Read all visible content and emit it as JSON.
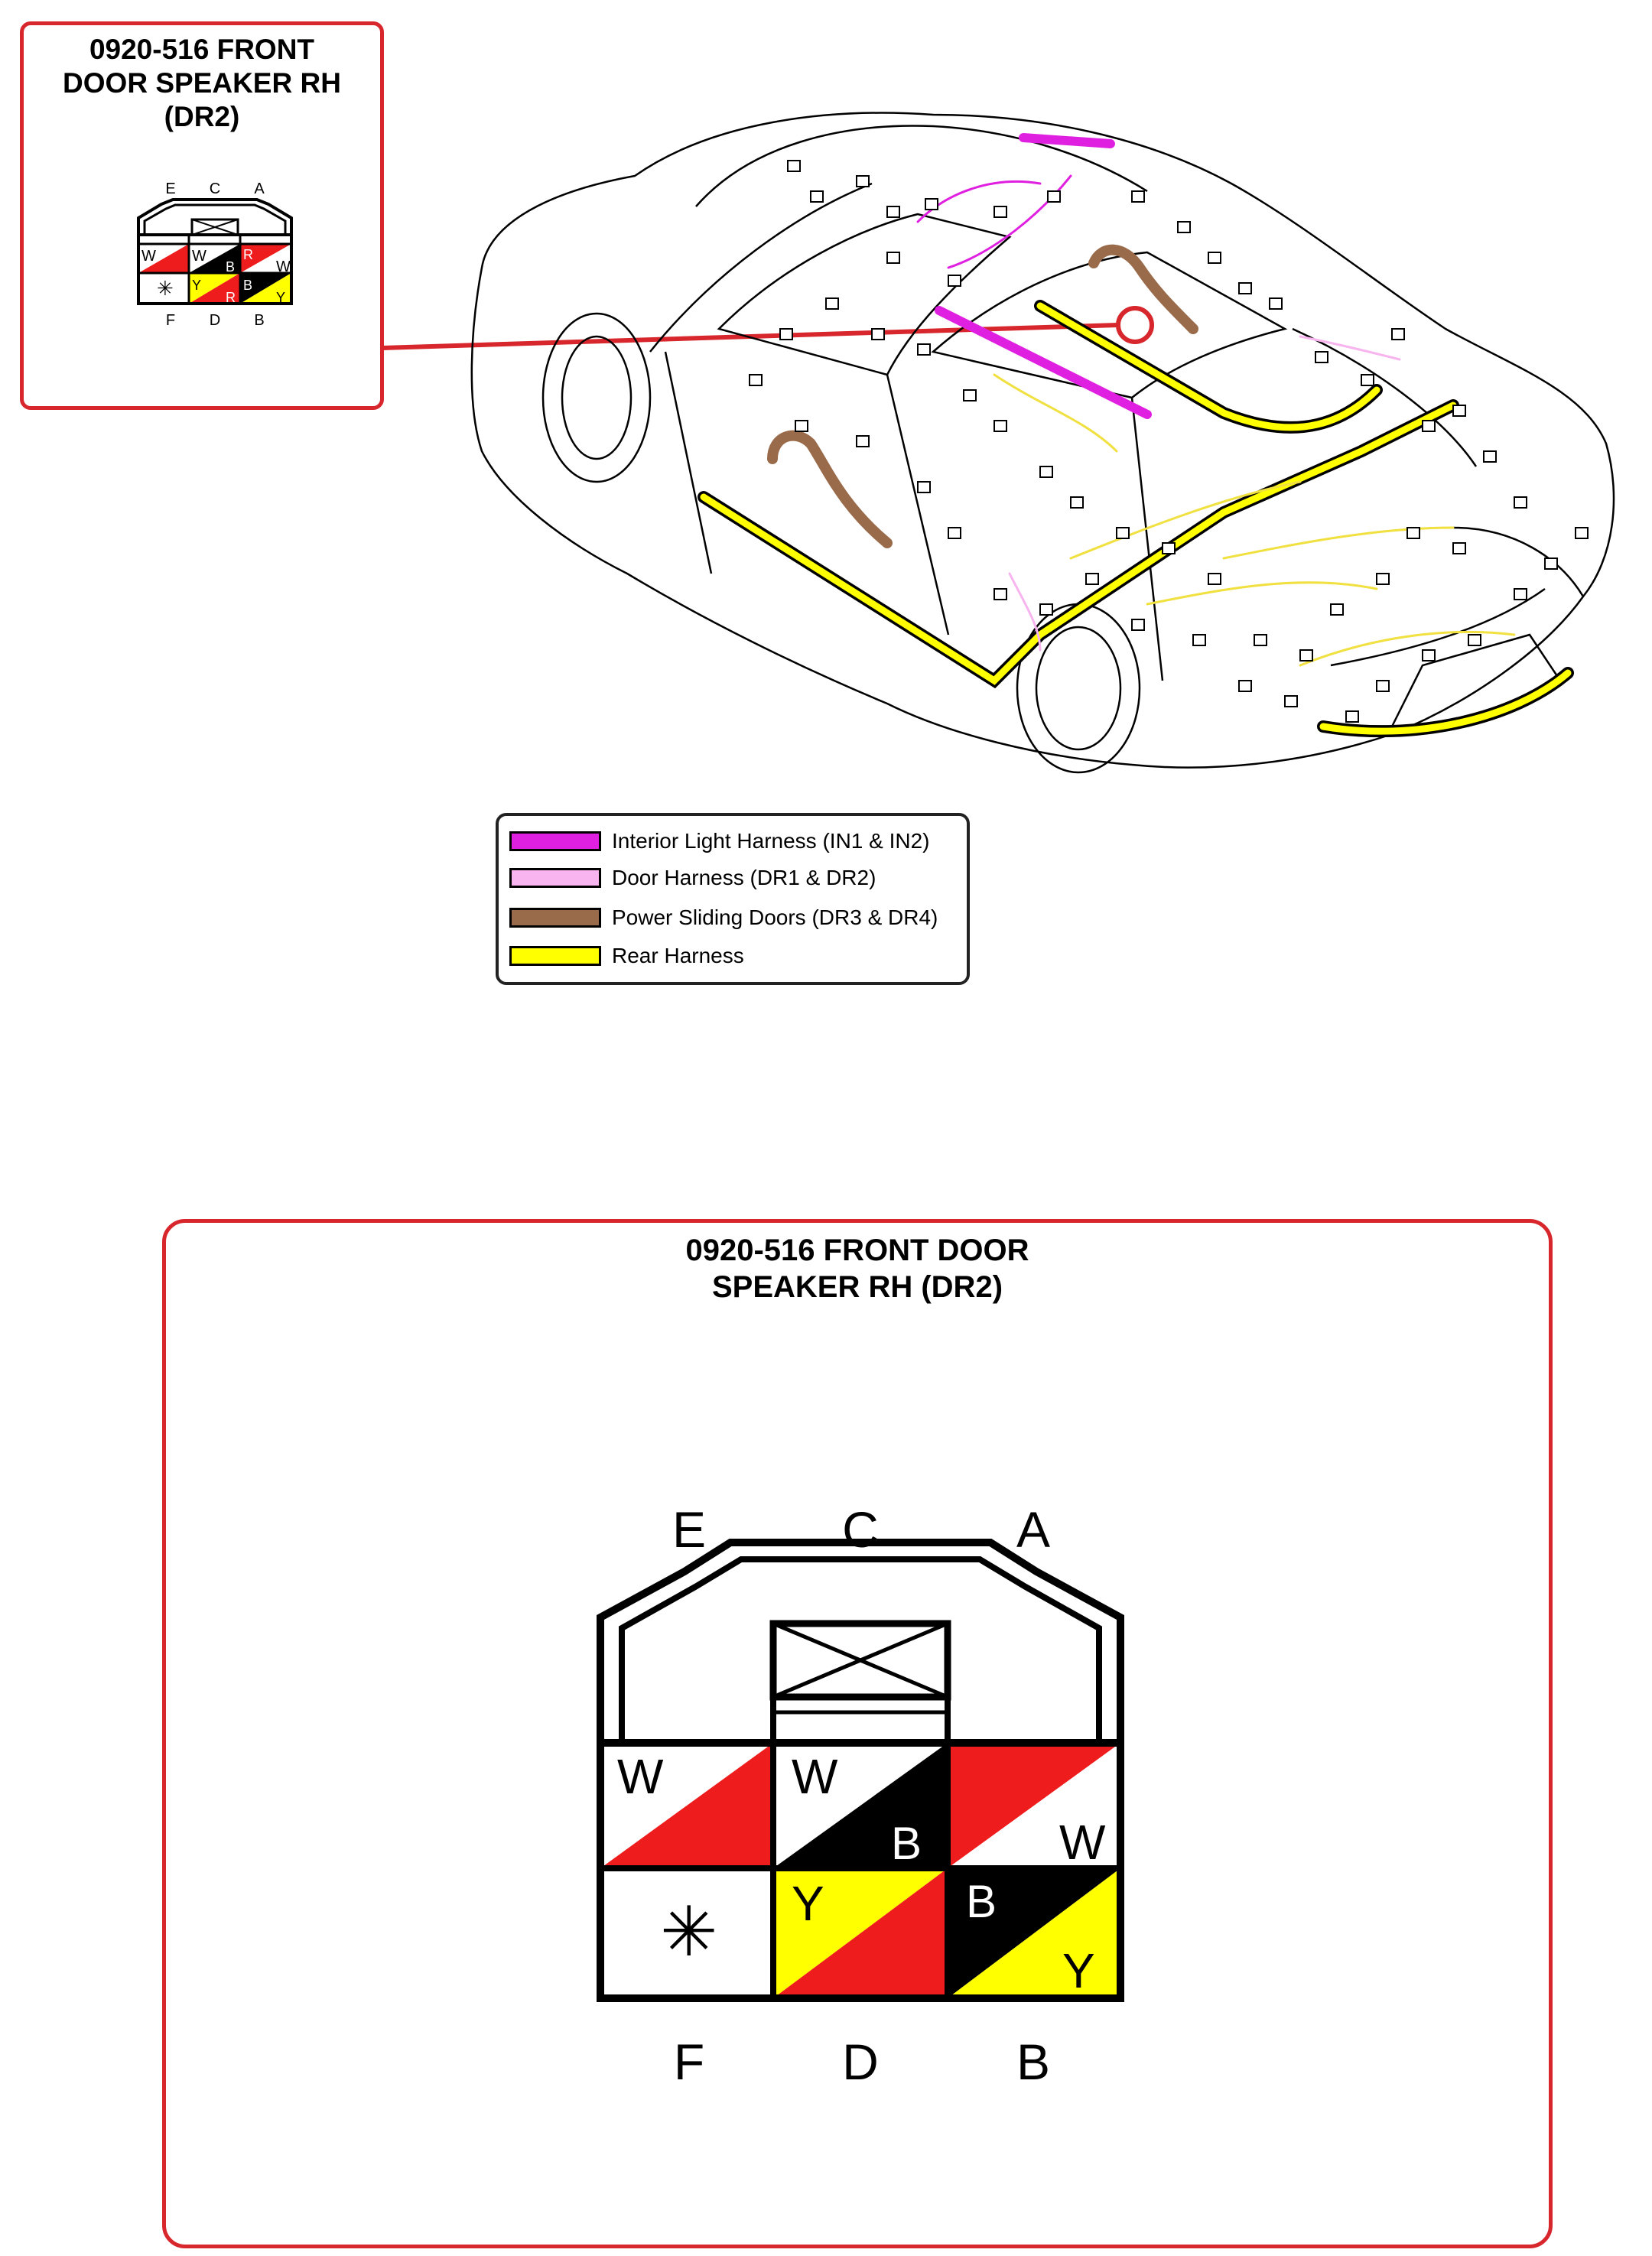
{
  "small_box": {
    "title_line1": "0920-516 FRONT",
    "title_line2": "DOOR SPEAKER RH",
    "title_line3": "(DR2)"
  },
  "large_box": {
    "title_line1": "0920-516 FRONT DOOR",
    "title_line2": "SPEAKER RH (DR2)"
  },
  "connector": {
    "top_labels": [
      "E",
      "C",
      "A"
    ],
    "bottom_labels": [
      "F",
      "D",
      "B"
    ],
    "pins": {
      "E": {
        "upper": "W",
        "lower": "R",
        "upper_color": "#ffffff",
        "lower_color": "#ee1c1c"
      },
      "C": {
        "upper": "W",
        "lower": "B",
        "upper_color": "#ffffff",
        "lower_color": "#000000"
      },
      "A": {
        "upper": "R",
        "lower": "W",
        "upper_color": "#ee1c1c",
        "lower_color": "#ffffff"
      },
      "F": {
        "mark": "✳"
      },
      "D": {
        "upper": "Y",
        "lower": "R",
        "upper_color": "#ffff00",
        "lower_color": "#ee1c1c"
      },
      "B": {
        "upper": "B",
        "lower": "Y",
        "upper_color": "#000000",
        "lower_color": "#ffff00"
      }
    }
  },
  "legend": [
    {
      "label": "Interior Light Harness (IN1 & IN2)",
      "color": "#e020e0"
    },
    {
      "label": "Door Harness (DR1 & DR2)",
      "color": "#f7b4ee"
    },
    {
      "label": "Power Sliding Doors (DR3 & DR4)",
      "color": "#9a6b4a"
    },
    {
      "label": "Rear Harness",
      "color": "#ffff00"
    }
  ]
}
